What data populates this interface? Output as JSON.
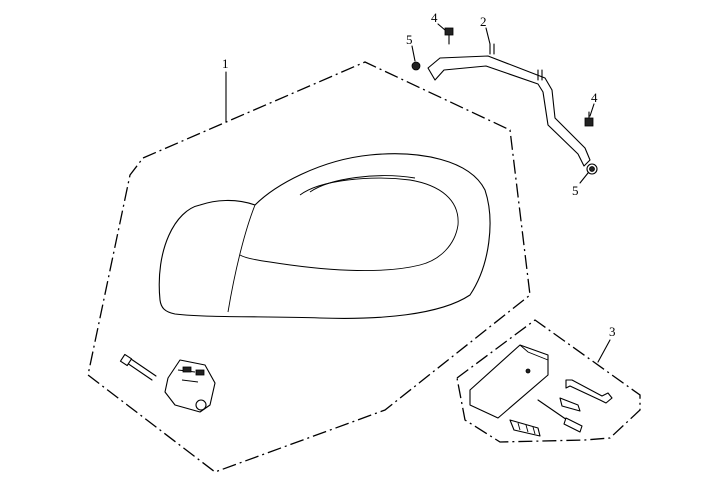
{
  "callouts": {
    "seat": "1",
    "bracket": "2",
    "tool_kit": "3",
    "bolt_top": "4",
    "bolt_right": "4",
    "nut_top": "5",
    "nut_right": "5"
  }
}
